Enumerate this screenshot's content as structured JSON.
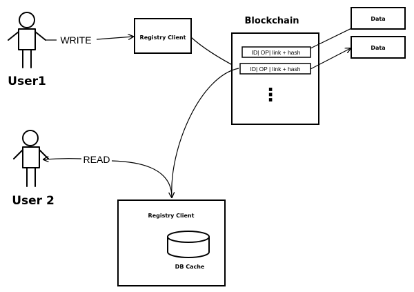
{
  "users": {
    "writer": {
      "name": "User1"
    },
    "reader": {
      "name": "User 2"
    }
  },
  "edges": {
    "write_label": "WRITE",
    "read_label": "READ"
  },
  "registry_client_top": {
    "label": "Registry Client"
  },
  "blockchain": {
    "title": "Blockchain",
    "entries": [
      {
        "text": "ID| OP| link + hash"
      },
      {
        "text": "ID| OP | link + hash"
      }
    ],
    "ellipsis": "⋮"
  },
  "data_boxes": [
    {
      "label": "Data"
    },
    {
      "label": "Data"
    }
  ],
  "registry_client_bottom": {
    "label": "Registry Client",
    "cache_label": "DB Cache"
  }
}
